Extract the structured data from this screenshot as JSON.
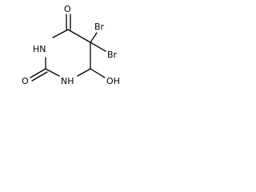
{
  "molecule": {
    "atoms": {
      "o_top": "O",
      "nh_left": "HN",
      "o_left": "O",
      "nh_bottom": "NH",
      "oh": "OH",
      "br_upper": "Br",
      "br_right": "Br"
    }
  }
}
